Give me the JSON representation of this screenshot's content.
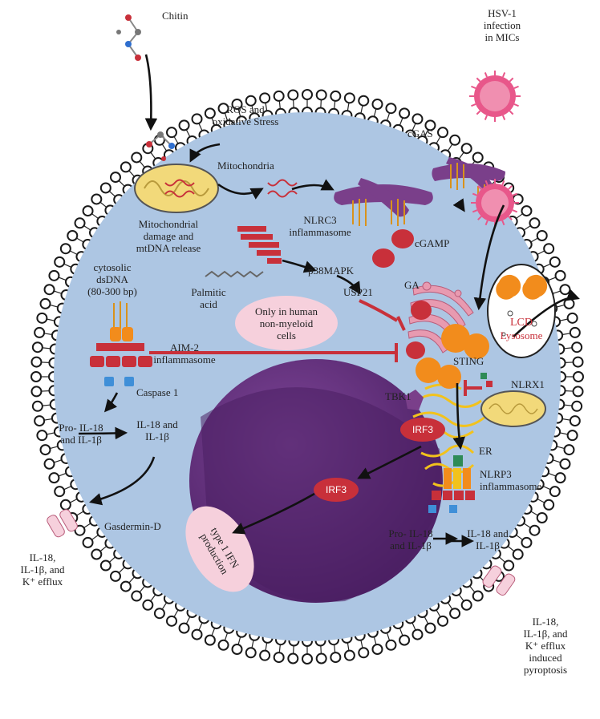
{
  "labels": {
    "chitin": "Chitin",
    "hsv": [
      "HSV-1",
      "infection",
      "in MICs"
    ],
    "ros": [
      "ROS and",
      "oxidative Stress"
    ],
    "mitochondria": "Mitochondria",
    "cgas": "cGAS",
    "mito_damage": [
      "Mitochondrial",
      "damage and",
      "mtDNA release"
    ],
    "nlrc3": [
      "NLRC3",
      "inflammasome"
    ],
    "cgamp": "cGAMP",
    "cytosolic_dsdna": [
      "cytosolic",
      "dsDNA",
      "(80-300 bp)"
    ],
    "palmitic": [
      "Palmitic",
      "acid"
    ],
    "p38mapk": "p38MAPK",
    "usp21": "USP21",
    "ga": "GA",
    "only_human": [
      "Only in human",
      "non-myeloid",
      "cells"
    ],
    "lcd": "LCD",
    "lysosome": "Lysosome",
    "aim2": [
      "AIM-2",
      "inflammasome"
    ],
    "sting": "STING",
    "nlrx1": "NLRX1",
    "caspase1": "Caspase 1",
    "tbk1": "TBK1",
    "pro_il18_left": [
      "Pro- IL-18",
      "and IL-1β"
    ],
    "il18_left": [
      "IL-18 and",
      "IL-1β"
    ],
    "irf3_top": "IRF3",
    "er": "ER",
    "irf3_mid": "IRF3",
    "nlrp3": [
      "NLRP3",
      "inflammasome"
    ],
    "gasdermin": "Gasdermin-D",
    "type1ifn": [
      "type 1 IFN",
      "production"
    ],
    "pro_il18_right": [
      "Pro- IL-18",
      "and IL-1β"
    ],
    "il18_right": [
      "IL-18 and",
      "IL-1β"
    ],
    "efflux_left": [
      "IL-18,",
      "IL-1β, and",
      "K⁺ efflux"
    ],
    "efflux_right": [
      "IL-18,",
      "IL-1β, and",
      "K⁺ efflux",
      "induced",
      "pyroptosis"
    ]
  },
  "colors": {
    "cytoplasm": "#adc6e3",
    "membrane_head": "#ffffff",
    "membrane_stroke": "#1a1a1a",
    "nucleus": "#6a3585",
    "nucleus_dark": "#4b1f63",
    "arrow": "#111111",
    "inhibit": "#c8303a",
    "irf3": "#c8303a",
    "sting": "#f28c1c",
    "mito": "#f2d97a",
    "golgi": "#e89ab0",
    "er": "#f2c21c",
    "cgas": "#7a3f8a",
    "virus": "#e8578a",
    "pink_oval": "#f6d0dc"
  }
}
